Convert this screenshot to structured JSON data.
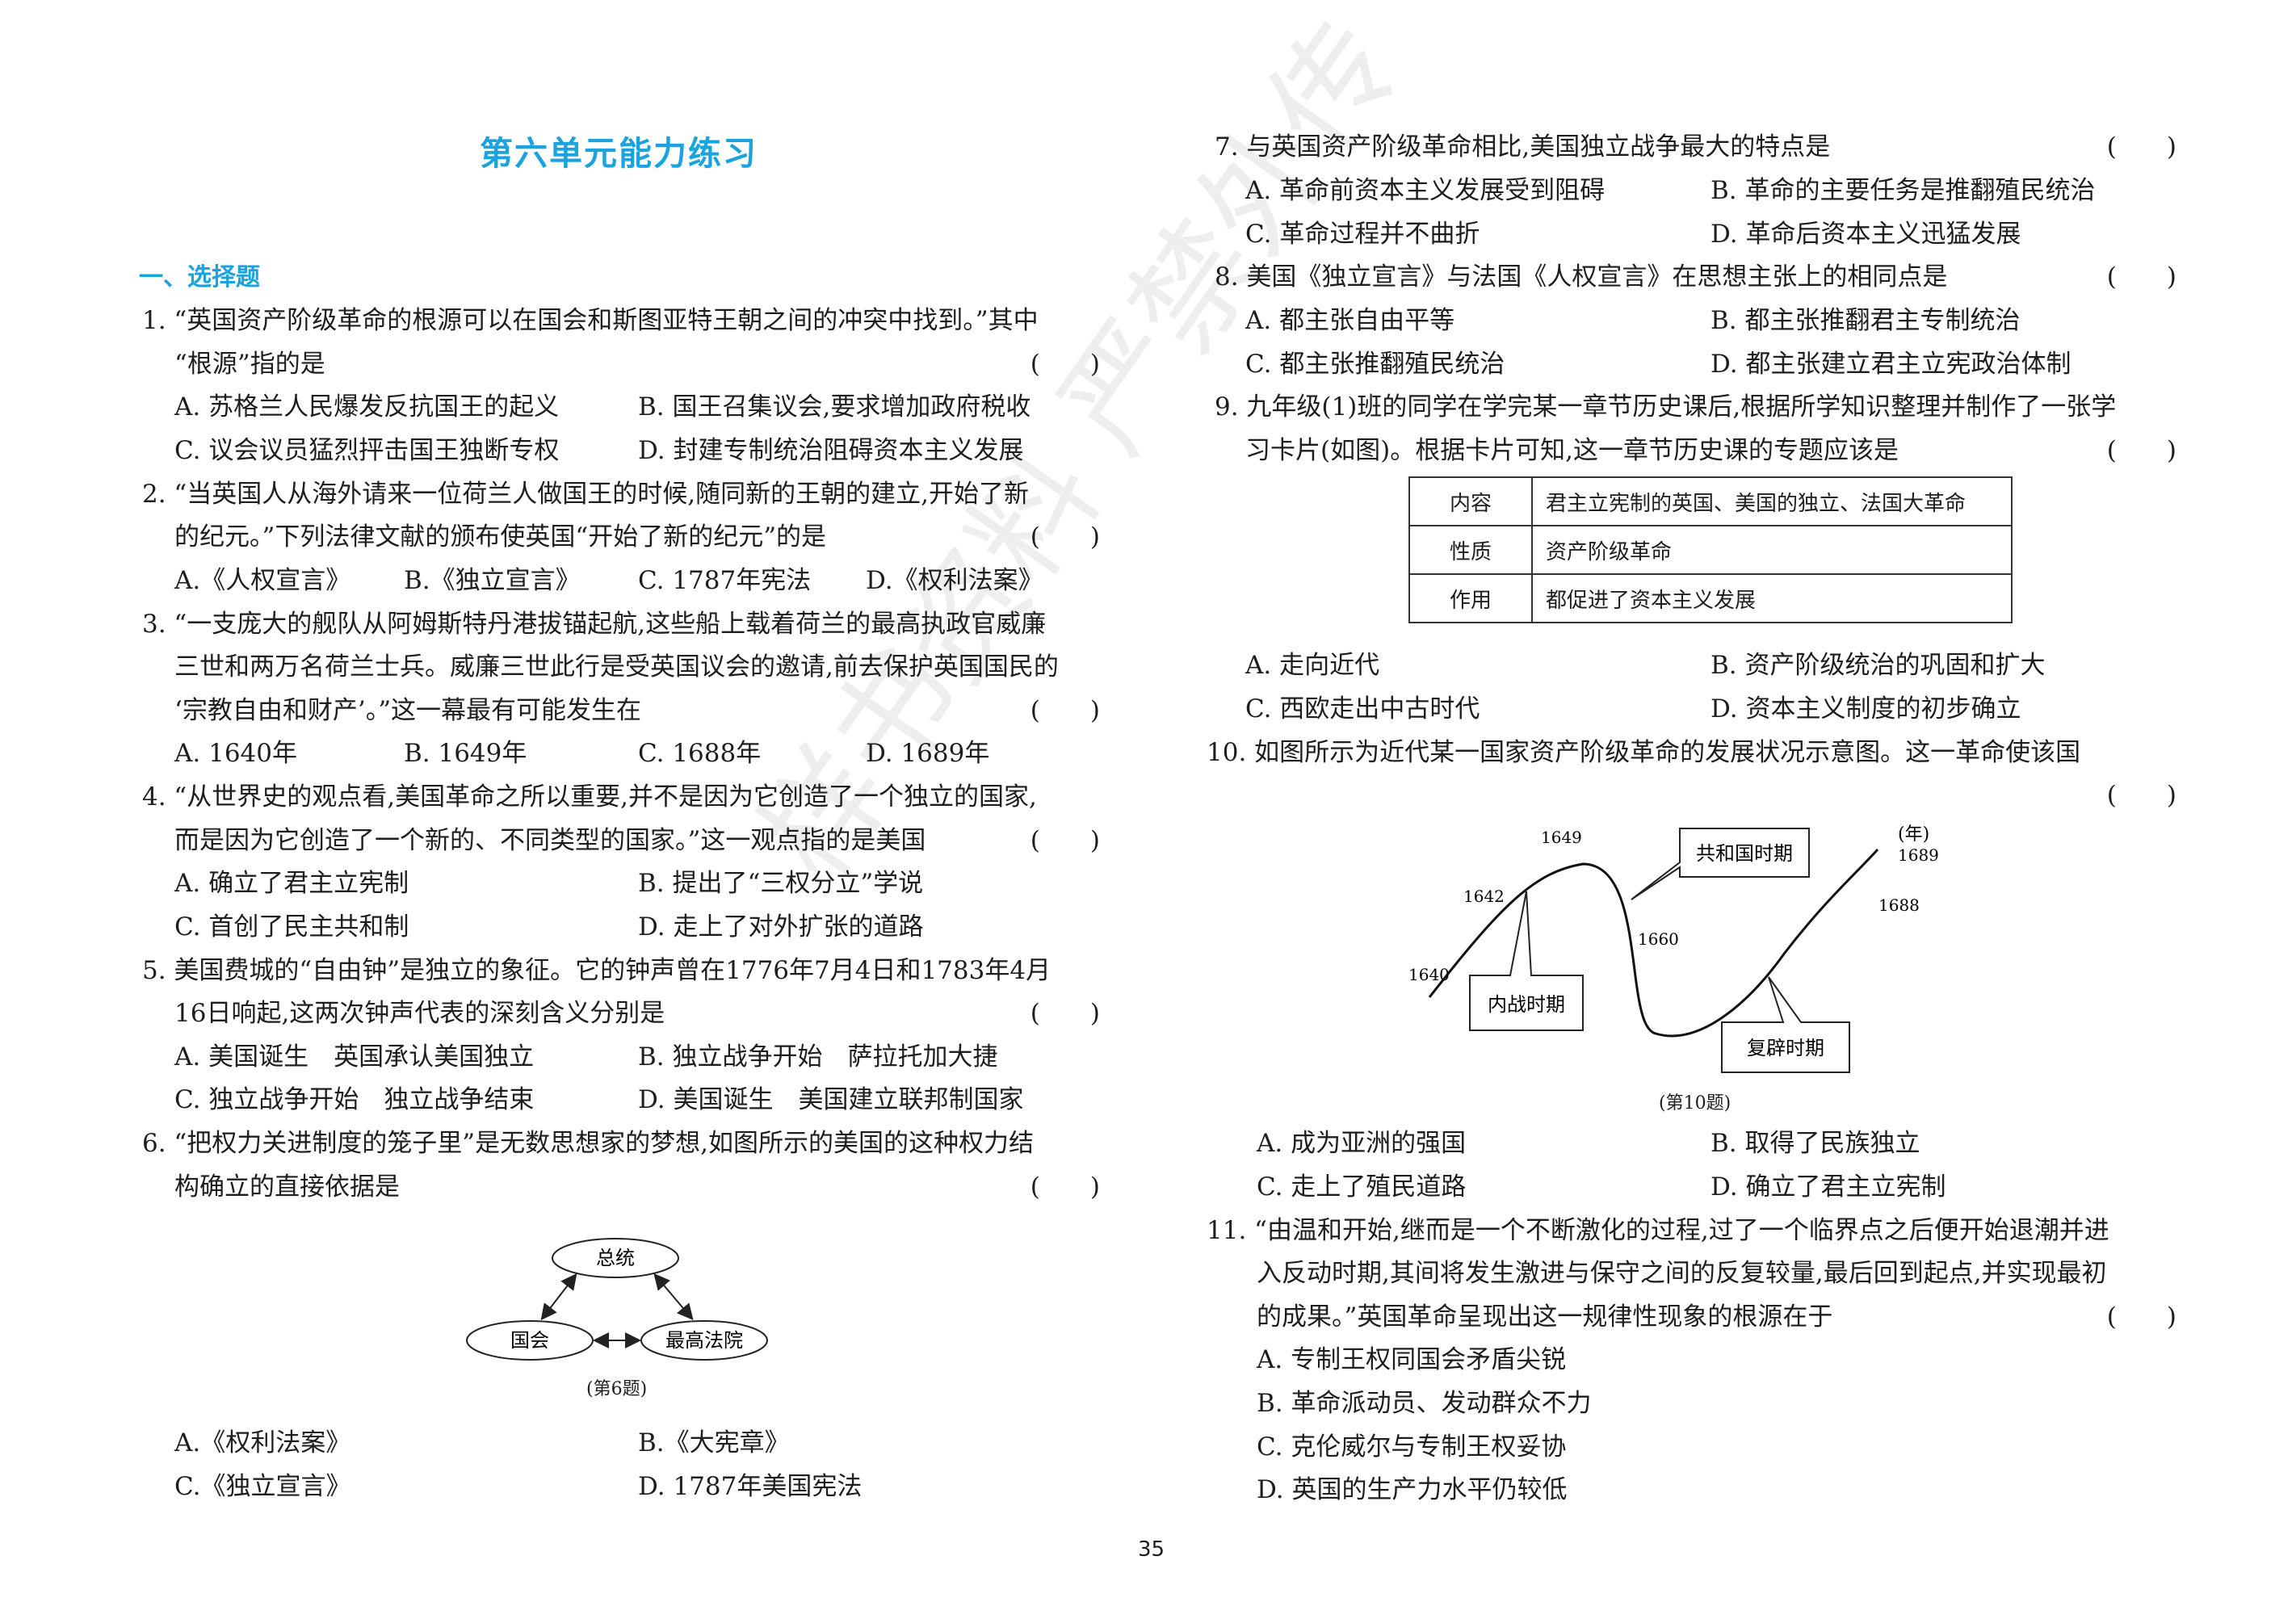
{
  "title": "第六单元能力练习",
  "section": "一、选择题",
  "bracket": "(　　)",
  "q1": {
    "l1": "1. “英国资产阶级革命的根源可以在国会和斯图亚特王朝之间的冲突中找到。”其中",
    "l2": "“根源”指的是",
    "a": "A. 苏格兰人民爆发反抗国王的起义",
    "b": "B. 国王召集议会,要求增加政府税收",
    "c": "C. 议会议员猛烈抨击国王独断专权",
    "d": "D. 封建专制统治阻碍资本主义发展"
  },
  "q2": {
    "l1": "2. “当英国人从海外请来一位荷兰人做国王的时候,随同新的王朝的建立,开始了新",
    "l2": "的纪元。”下列法律文献的颁布使英国“开始了新的纪元”的是",
    "a": "A.《人权宣言》",
    "b": "B.《独立宣言》",
    "c": "C. 1787年宪法",
    "d": "D.《权利法案》"
  },
  "q3": {
    "l1": "3. “一支庞大的舰队从阿姆斯特丹港拔锚起航,这些船上载着荷兰的最高执政官威廉",
    "l2": "三世和两万名荷兰士兵。威廉三世此行是受英国议会的邀请,前去保护英国国民的",
    "l3": "‘宗教自由和财产’。”这一幕最有可能发生在",
    "a": "A. 1640年",
    "b": "B. 1649年",
    "c": "C. 1688年",
    "d": "D. 1689年"
  },
  "q4": {
    "l1": "4. “从世界史的观点看,美国革命之所以重要,并不是因为它创造了一个独立的国家,",
    "l2": "而是因为它创造了一个新的、不同类型的国家。”这一观点指的是美国",
    "a": "A. 确立了君主立宪制",
    "b": "B. 提出了“三权分立”学说",
    "c": "C. 首创了民主共和制",
    "d": "D. 走上了对外扩张的道路"
  },
  "q5": {
    "l1": "5. 美国费城的“自由钟”是独立的象征。它的钟声曾在1776年7月4日和1783年4月",
    "l2": "16日响起,这两次钟声代表的深刻含义分别是",
    "a": "A. 美国诞生　英国承认美国独立",
    "b": "B. 独立战争开始　萨拉托加大捷",
    "c": "C. 独立战争开始　独立战争结束",
    "d": "D. 美国诞生　美国建立联邦制国家"
  },
  "q6": {
    "l1": "6. “把权力关进制度的笼子里”是无数思想家的梦想,如图所示的美国的这种权力结",
    "l2": "构确立的直接依据是",
    "diagram": {
      "top": "总统",
      "left": "国会",
      "right": "最高法院",
      "caption": "(第6题)"
    },
    "a": "A.《权利法案》",
    "b": "B.《大宪章》",
    "c": "C.《独立宣言》",
    "d": "D. 1787年美国宪法"
  },
  "q7": {
    "l1": "7. 与英国资产阶级革命相比,美国独立战争最大的特点是",
    "a": "A. 革命前资本主义发展受到阻碍",
    "b": "B. 革命的主要任务是推翻殖民统治",
    "c": "C. 革命过程并不曲折",
    "d": "D. 革命后资本主义迅猛发展"
  },
  "q8": {
    "l1": "8. 美国《独立宣言》与法国《人权宣言》在思想主张上的相同点是",
    "a": "A. 都主张自由平等",
    "b": "B. 都主张推翻君主专制统治",
    "c": "C. 都主张推翻殖民统治",
    "d": "D. 都主张建立君主立宪政治体制"
  },
  "q9": {
    "l1": "9. 九年级(1)班的同学在学完某一章节历史课后,根据所学知识整理并制作了一张学",
    "l2": "习卡片(如图)。根据卡片可知,这一章节历史课的专题应该是",
    "card": [
      {
        "k": "内容",
        "v": "君主立宪制的英国、美国的独立、法国大革命"
      },
      {
        "k": "性质",
        "v": "资产阶级革命"
      },
      {
        "k": "作用",
        "v": "都促进了资本主义发展"
      }
    ],
    "a": "A. 走向近代",
    "b": "B. 资产阶级统治的巩固和扩大",
    "c": "C. 西欧走出中古时代",
    "d": "D. 资本主义制度的初步确立"
  },
  "q10": {
    "l1": "10. 如图所示为近代某一国家资产阶级革命的发展状况示意图。这一革命使该国",
    "graph": {
      "y1640": "1640",
      "y1642": "1642",
      "y1649": "1649",
      "y1660": "1660",
      "y1688": "1688",
      "y1689": "1689",
      "unit": "(年)",
      "civil_war": "内战时期",
      "commonwealth": "共和国时期",
      "restoration": "复辟时期",
      "caption": "(第10题)"
    },
    "a": "A. 成为亚洲的强国",
    "b": "B. 取得了民族独立",
    "c": "C. 走上了殖民道路",
    "d": "D. 确立了君主立宪制"
  },
  "q11": {
    "l1": "11. “由温和开始,继而是一个不断激化的过程,过了一个临界点之后便开始退潮并进",
    "l2": "入反动时期,其间将发生激进与保守之间的反复较量,最后回到起点,并实现最初",
    "l3": "的成果。”英国革命呈现出这一规律性现象的根源在于",
    "a": "A. 专制王权同国会矛盾尖锐",
    "b": "B. 革命派动员、发动群众不力",
    "c": "C. 克伦威尔与专制王权妥协",
    "d": "D. 英国的生产力水平仍较低"
  },
  "page_number": "35",
  "watermark": "样书资料 严禁外传"
}
